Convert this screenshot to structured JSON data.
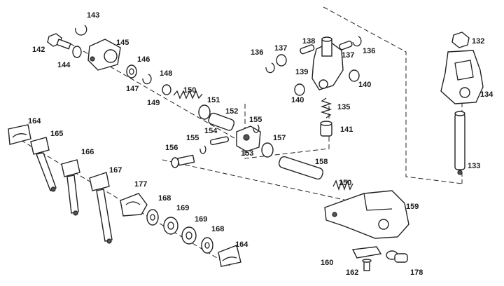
{
  "labels": [
    {
      "key": "143",
      "text": "143"
    },
    {
      "key": "142",
      "text": "142"
    },
    {
      "key": "144",
      "text": "144"
    },
    {
      "key": "145",
      "text": "145"
    },
    {
      "key": "146",
      "text": "146"
    },
    {
      "key": "147",
      "text": "147"
    },
    {
      "key": "148",
      "text": "148"
    },
    {
      "key": "149",
      "text": "149"
    },
    {
      "key": "150a",
      "text": "150"
    },
    {
      "key": "151",
      "text": "151"
    },
    {
      "key": "152",
      "text": "152"
    },
    {
      "key": "136a",
      "text": "136"
    },
    {
      "key": "137a",
      "text": "137"
    },
    {
      "key": "138",
      "text": "138"
    },
    {
      "key": "137b",
      "text": "137"
    },
    {
      "key": "136b",
      "text": "136"
    },
    {
      "key": "139",
      "text": "139"
    },
    {
      "key": "140a",
      "text": "140"
    },
    {
      "key": "140b",
      "text": "140"
    },
    {
      "key": "135",
      "text": "135"
    },
    {
      "key": "141",
      "text": "141"
    },
    {
      "key": "132",
      "text": "132"
    },
    {
      "key": "134",
      "text": "134"
    },
    {
      "key": "133",
      "text": "133"
    },
    {
      "key": "164a",
      "text": "164"
    },
    {
      "key": "165",
      "text": "165"
    },
    {
      "key": "166",
      "text": "166"
    },
    {
      "key": "167",
      "text": "167"
    },
    {
      "key": "177",
      "text": "177"
    },
    {
      "key": "168a",
      "text": "168"
    },
    {
      "key": "169a",
      "text": "169"
    },
    {
      "key": "169b",
      "text": "169"
    },
    {
      "key": "168b",
      "text": "168"
    },
    {
      "key": "164b",
      "text": "164"
    },
    {
      "key": "154",
      "text": "154"
    },
    {
      "key": "155a",
      "text": "155"
    },
    {
      "key": "155b",
      "text": "155"
    },
    {
      "key": "156",
      "text": "156"
    },
    {
      "key": "153",
      "text": "153"
    },
    {
      "key": "157",
      "text": "157"
    },
    {
      "key": "158",
      "text": "158"
    },
    {
      "key": "150b",
      "text": "150"
    },
    {
      "key": "159",
      "text": "159"
    },
    {
      "key": "160",
      "text": "160"
    },
    {
      "key": "162",
      "text": "162"
    },
    {
      "key": "178",
      "text": "178"
    }
  ]
}
